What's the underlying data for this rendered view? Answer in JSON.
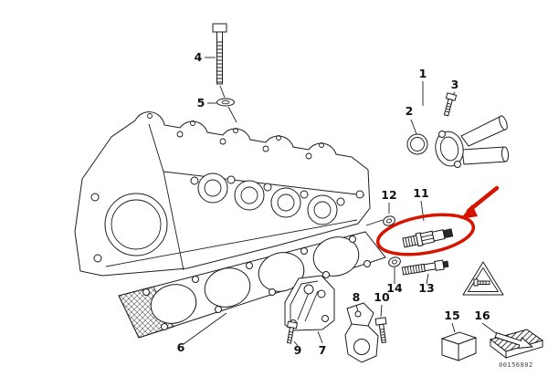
{
  "diagram": {
    "doc_number": "00156802",
    "labels": {
      "p1": "1",
      "p2": "2",
      "p3": "3",
      "p4": "4",
      "p5": "5",
      "p6": "6",
      "p7": "7",
      "p8": "8",
      "p9": "9",
      "p10": "10",
      "p11": "11",
      "p12": "12",
      "p13": "13",
      "p14": "14",
      "p15": "15",
      "p16": "16"
    },
    "colors": {
      "line": "#1c1c1c",
      "annotation": "#d61500",
      "background": "#ffffff"
    },
    "annotation": {
      "style": "hand-drawn red circle with arrow",
      "highlights_part_label": "11"
    }
  }
}
